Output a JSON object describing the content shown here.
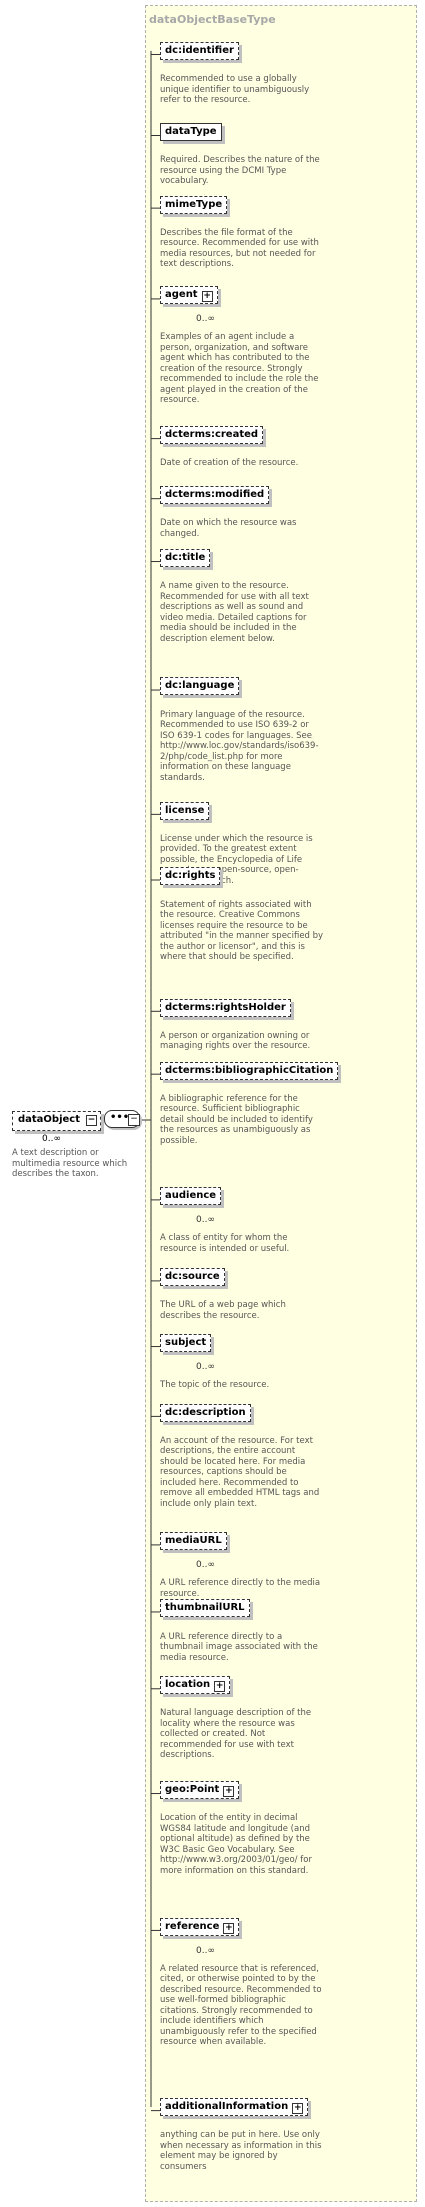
{
  "title": "dataObjectBaseType",
  "root": {
    "name": "dataObject",
    "cardinality": "0..∞",
    "description": "A text description or multimedia resource which describes the taxon."
  },
  "elements": [
    {
      "name": "dc:identifier",
      "card": "",
      "desc": "Recommended to use a globally unique identifier to unambiguously refer to the resource."
    },
    {
      "name": "dataType",
      "card": "",
      "desc": "Required. Describes the nature of the resource using the DCMI Type vocabulary."
    },
    {
      "name": "mimeType",
      "card": "",
      "desc": "Describes the file format of the resource. Recommended for use with media resources, but not needed for text descriptions."
    },
    {
      "name": "agent",
      "card": "0..∞",
      "desc": "Examples of an agent include a person, organization, and software agent which has contributed to the creation of the resource. Strongly recommended to include the role the agent played in the creation of the resource."
    },
    {
      "name": "dcterms:created",
      "card": "",
      "desc": "Date of creation of the resource."
    },
    {
      "name": "dcterms:modified",
      "card": "",
      "desc": "Date on which the resource was changed."
    },
    {
      "name": "dc:title",
      "card": "",
      "desc": "A name given to the resource. Recommended for use with all text descriptions as well as sound and video media. Detailed captions for media should be included in the description element below."
    },
    {
      "name": "dc:language",
      "card": "",
      "desc": "Primary language of the resource. Recommended to use ISO 639-2 or ISO 639-1 codes for languages. See http://www.loc.gov/standards/iso639-2/php/code_list.php for more information on these language standards."
    },
    {
      "name": "license",
      "card": "",
      "desc": "License under which the resource is provided. To the greatest extent possible, the Encyclopedia of Life promotes an open-source, open-access approach."
    },
    {
      "name": "dc:rights",
      "card": "",
      "desc": "Statement of rights associated with the resource. Creative Commons licenses require the resource to be attributed \"in the manner specified by the author or licensor\", and this is where that should be specified."
    },
    {
      "name": "dcterms:rightsHolder",
      "card": "",
      "desc": "A person or organization owning or managing rights over the resource."
    },
    {
      "name": "dcterms:bibliographicCitation",
      "card": "",
      "desc": "A bibliographic reference for the resource. Sufficient bibliographic detail should be included to identify the resources as unambiguously as possible."
    },
    {
      "name": "audience",
      "card": "0..∞",
      "desc": "A class of entity for whom the resource is intended or useful."
    },
    {
      "name": "dc:source",
      "card": "",
      "desc": "The URL of a web page which describes the resource."
    },
    {
      "name": "subject",
      "card": "0..∞",
      "desc": "The topic of the resource."
    },
    {
      "name": "dc:description",
      "card": "",
      "desc": "An account of the resource. For text descriptions, the entire account should be located here. For media resources, captions should be included here. Recommended to remove all embedded HTML tags and include only plain text."
    },
    {
      "name": "mediaURL",
      "card": "0..∞",
      "desc": "A URL reference directly to the media resource."
    },
    {
      "name": "thumbnailURL",
      "card": "",
      "desc": "A URL reference directly to a thumbnail image associated with the media resource."
    },
    {
      "name": "location",
      "card": "",
      "desc": "Natural language description of the locality where the resource was collected or created. Not recommended for use with text descriptions."
    },
    {
      "name": "geo:Point",
      "card": "",
      "desc": "Location of the entity in decimal WGS84 latitude and longitude (and optional altitude) as defined by the W3C Basic Geo Vocabulary. See http://www.w3.org/2003/01/geo/ for more information on this standard."
    },
    {
      "name": "reference",
      "card": "0..∞",
      "desc": "A related resource that is referenced, cited, or otherwise pointed to by the described resource. Recommended to use well-formed bibliographic citations. Strongly recommended to include identifiers which unambiguously refer to the specified resource when available."
    },
    {
      "name": "additionalInformation",
      "card": "",
      "desc": "anything can be put in here. Use only when necessary as information in this element may be ignored by consumers"
    }
  ],
  "symbols": {
    "expand": "+",
    "collapse": "−",
    "sequence": "•••"
  }
}
